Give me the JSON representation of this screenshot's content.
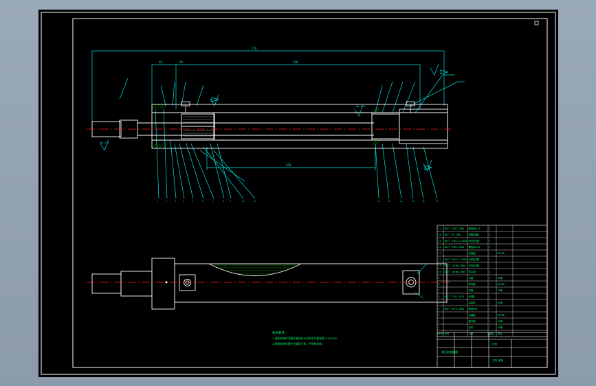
{
  "colors": {
    "background": "#000000",
    "frame": "#ffffff",
    "dimension": "#00e5e5",
    "centerline": "#ff2020",
    "annotation": "#00ff66",
    "part": "#ffffff",
    "hatch": "#00ff00"
  },
  "drawing": {
    "notes": {
      "heading": "技术要求",
      "line1": "1.油缸安装时活塞杆轴线应与导轨平行度误差 0.05/100",
      "line2": "2.装配前所有零件应清洗干净，不得有毛刺。"
    },
    "parts_list": {
      "rows": [
        [
          "17",
          "GB/T 5782-2000",
          "螺栓M8×25",
          "4",
          ""
        ],
        [
          "16",
          "GB/T 93-1987",
          "弹簧垫圈8",
          "4",
          ""
        ],
        [
          "15",
          "GB/T 3452.1-2005",
          "O形密封圈",
          "1",
          ""
        ],
        [
          "14",
          "GB/T 5782-2000",
          "螺栓M6×20",
          "4",
          ""
        ],
        [
          "13",
          "",
          "前端盖",
          "1",
          "HT200"
        ],
        [
          "12",
          "GB/T 3452.1-2005",
          "O形密封圈",
          "1",
          ""
        ],
        [
          "11",
          "GB/T 10708-2000",
          "Y形密封圈",
          "1",
          ""
        ],
        [
          "10",
          "GB/T 10708-2000",
          "防尘圈",
          "1",
          ""
        ],
        [
          "9",
          "",
          "活塞",
          "1",
          "45钢"
        ],
        [
          "8",
          "",
          "导向套",
          "1",
          "QT400"
        ],
        [
          "7",
          "",
          "缸筒",
          "1",
          "45钢"
        ],
        [
          "6",
          "GB/T 1235-1976",
          "O形圈",
          "1",
          ""
        ],
        [
          "5",
          "",
          "活塞杆",
          "1",
          "45钢"
        ],
        [
          "4",
          "GB/T 6170-2000",
          "螺母M16",
          "1",
          ""
        ],
        [
          "3",
          "",
          "后端盖",
          "1",
          "HT200"
        ],
        [
          "2",
          "",
          "缓冲套",
          "1",
          "45钢"
        ],
        [
          "1",
          "",
          "耳环",
          "1",
          "45钢"
        ]
      ],
      "header": [
        "序号",
        "代号",
        "名称",
        "数量",
        "材料"
      ]
    },
    "title_block": {
      "title": "液压缸装配图",
      "scale_label": "比例",
      "sheet_label": "共张 第张"
    },
    "dims": {
      "overall": "770",
      "stroke": "500",
      "left_a": "60",
      "left_b": "50",
      "base": "550"
    },
    "surface_marks": {
      "ra1": "Ra 1.6",
      "ra2": "Ra 3.2"
    }
  }
}
